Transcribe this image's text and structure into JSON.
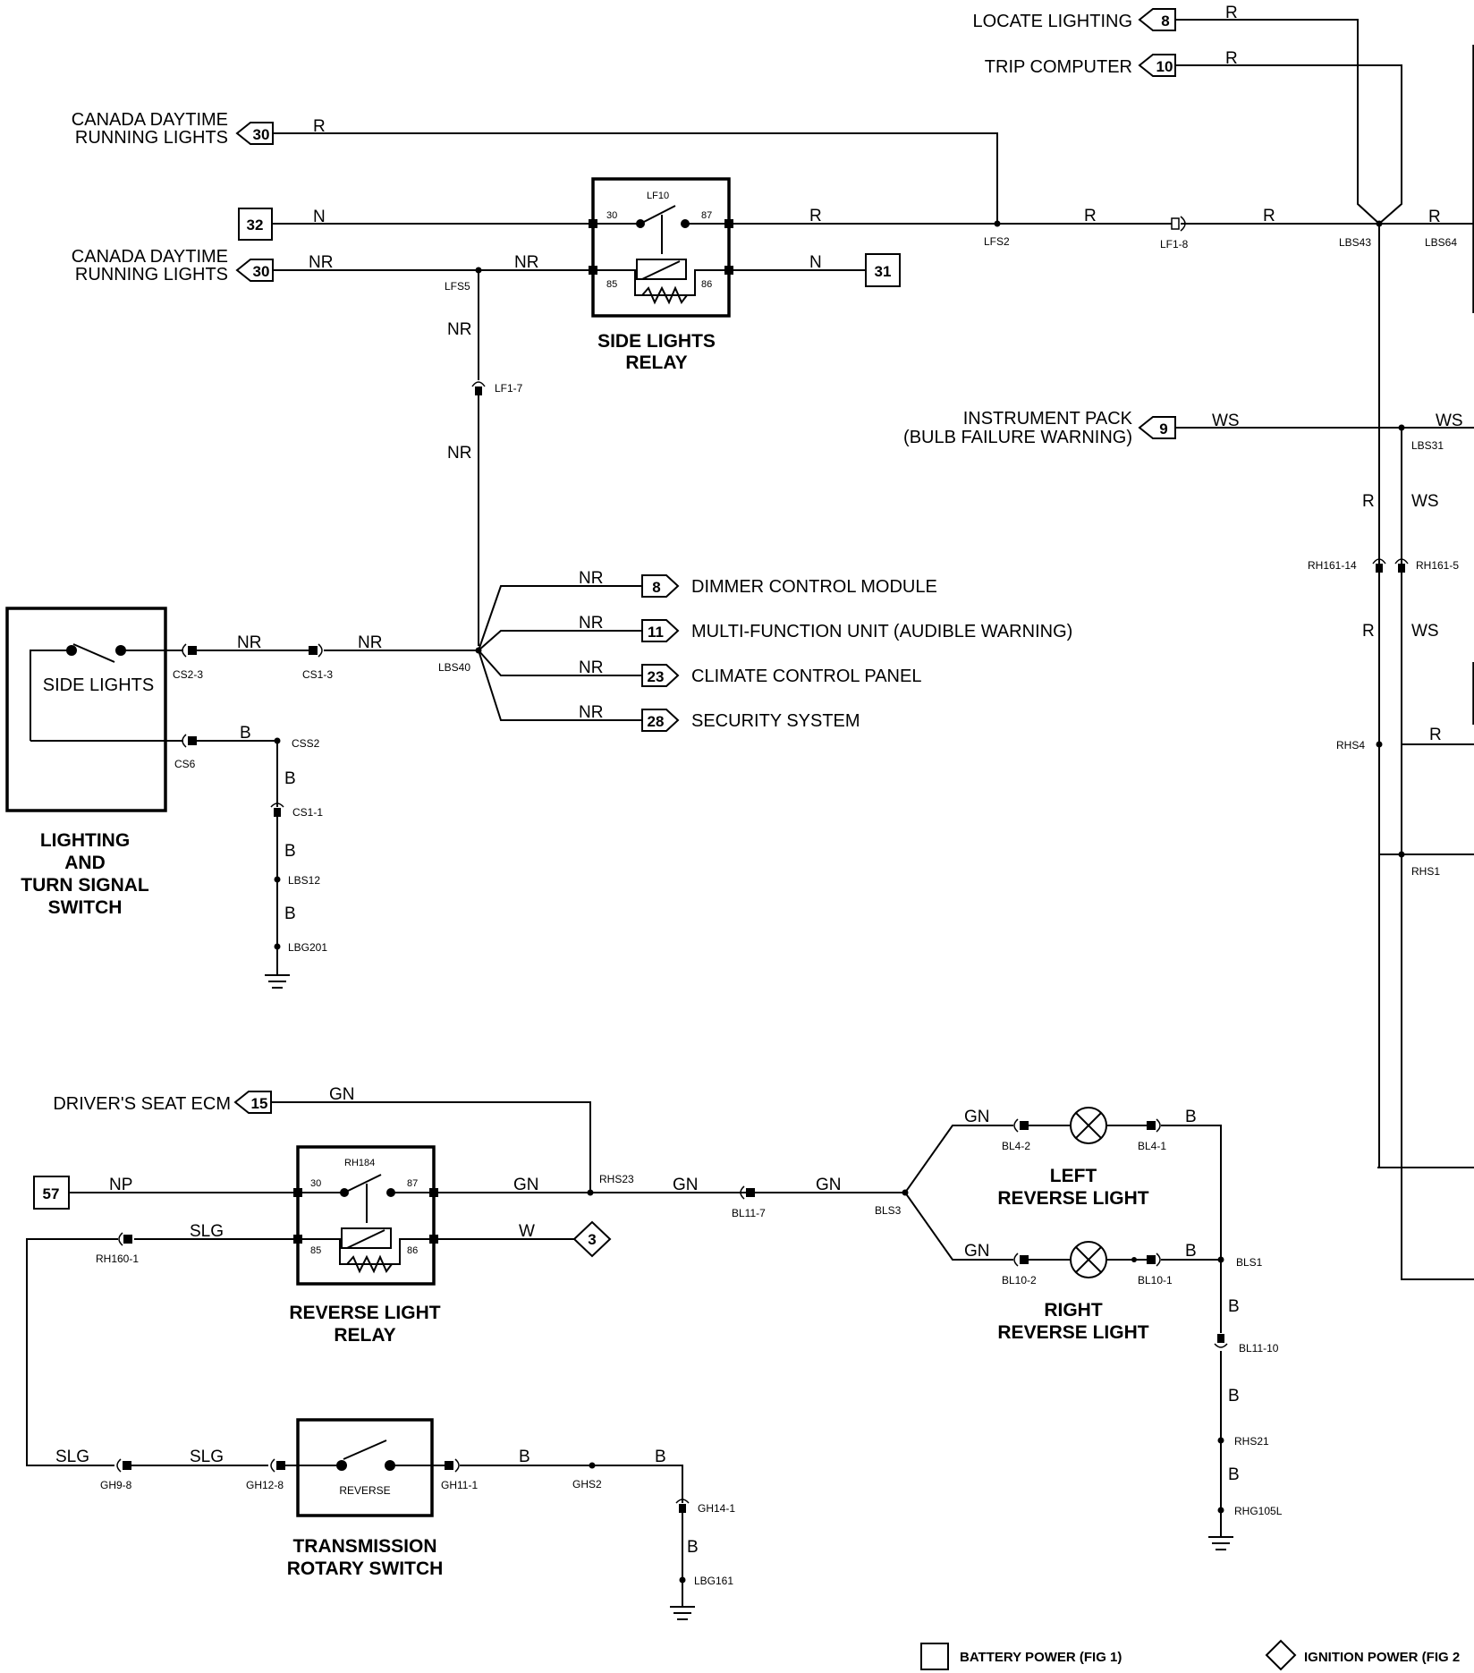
{
  "arrow_connectors": {
    "locate_lighting": {
      "num": "8",
      "label": "LOCATE LIGHTING"
    },
    "trip_computer": {
      "num": "10",
      "label": "TRIP COMPUTER"
    },
    "canada_daytime_1": {
      "num": "30",
      "label_line1": "CANADA DAYTIME",
      "label_line2": "RUNNING LIGHTS"
    },
    "canada_daytime_2": {
      "num": "30",
      "label_line1": "CANADA DAYTIME",
      "label_line2": "RUNNING LIGHTS"
    },
    "instrument_pack": {
      "num": "9",
      "label_line1": "INSTRUMENT PACK",
      "label_line2": "(BULB FAILURE WARNING)"
    },
    "drivers_seat": {
      "num": "15",
      "label": "DRIVER'S SEAT ECM"
    },
    "dimmer": {
      "num": "8",
      "label": "DIMMER CONTROL MODULE"
    },
    "multi_function": {
      "num": "11",
      "label": "MULTI-FUNCTION UNIT (AUDIBLE WARNING)"
    },
    "climate": {
      "num": "23",
      "label": "CLIMATE CONTROL PANEL"
    },
    "security": {
      "num": "28",
      "label": "SECURITY SYSTEM"
    }
  },
  "square_connectors": {
    "c32": "32",
    "c31": "31",
    "c57": "57"
  },
  "diamond_connectors": {
    "c3": "3"
  },
  "wire_colors": {
    "R": "R",
    "N": "N",
    "NR": "NR",
    "WS": "WS",
    "B": "B",
    "GN": "GN",
    "NP": "NP",
    "SLG": "SLG",
    "W": "W"
  },
  "nodes": {
    "LFS2": "LFS2",
    "LF1_8": "LF1-8",
    "LBS43": "LBS43",
    "LBS64": "LBS64",
    "LFS5": "LFS5",
    "LF1_7": "LF1-7",
    "LBS31": "LBS31",
    "RH161_14": "RH161-14",
    "RH161_5": "RH161-5",
    "RHS4": "RHS4",
    "RHS1": "RHS1",
    "LBS40": "LBS40",
    "CS2_3": "CS2-3",
    "CS1_3": "CS1-3",
    "CS6": "CS6",
    "CSS2": "CSS2",
    "CS1_1": "CS1-1",
    "LBS12": "LBS12",
    "LBG201": "LBG201",
    "RHS23": "RHS23",
    "BL11_7": "BL11-7",
    "BLS3": "BLS3",
    "BL4_2": "BL4-2",
    "BL4_1": "BL4-1",
    "BL10_2": "BL10-2",
    "BL10_1": "BL10-1",
    "BLS1": "BLS1",
    "BL11_10": "BL11-10",
    "RHS21": "RHS21",
    "RHG105L": "RHG105L",
    "RH160_1": "RH160-1",
    "GH9_8": "GH9-8",
    "GH12_8": "GH12-8",
    "GH11_1": "GH11-1",
    "GHS2": "GHS2",
    "GH14_1": "GH14-1",
    "LBG161": "LBG161"
  },
  "relay_terminals": {
    "t30": "30",
    "t87": "87",
    "t85": "85",
    "t86": "86"
  },
  "side_lights_relay": {
    "id": "LF10",
    "title_line1": "SIDE LIGHTS",
    "title_line2": "RELAY"
  },
  "reverse_light_relay": {
    "id": "RH184",
    "title_line1": "REVERSE LIGHT",
    "title_line2": "RELAY"
  },
  "lighting_switch": {
    "inner_label": "SIDE LIGHTS",
    "title_line1": "LIGHTING",
    "title_line2": "AND",
    "title_line3": "TURN SIGNAL",
    "title_line4": "SWITCH"
  },
  "transmission_switch": {
    "inner_label": "REVERSE",
    "title_line1": "TRANSMISSION",
    "title_line2": "ROTARY SWITCH"
  },
  "left_reverse_light": {
    "title_line1": "LEFT",
    "title_line2": "REVERSE LIGHT"
  },
  "right_reverse_light": {
    "title_line1": "RIGHT",
    "title_line2": "REVERSE LIGHT"
  },
  "legend": {
    "battery": "BATTERY POWER (FIG 1)",
    "ignition": "IGNITION POWER (FIG 2"
  }
}
